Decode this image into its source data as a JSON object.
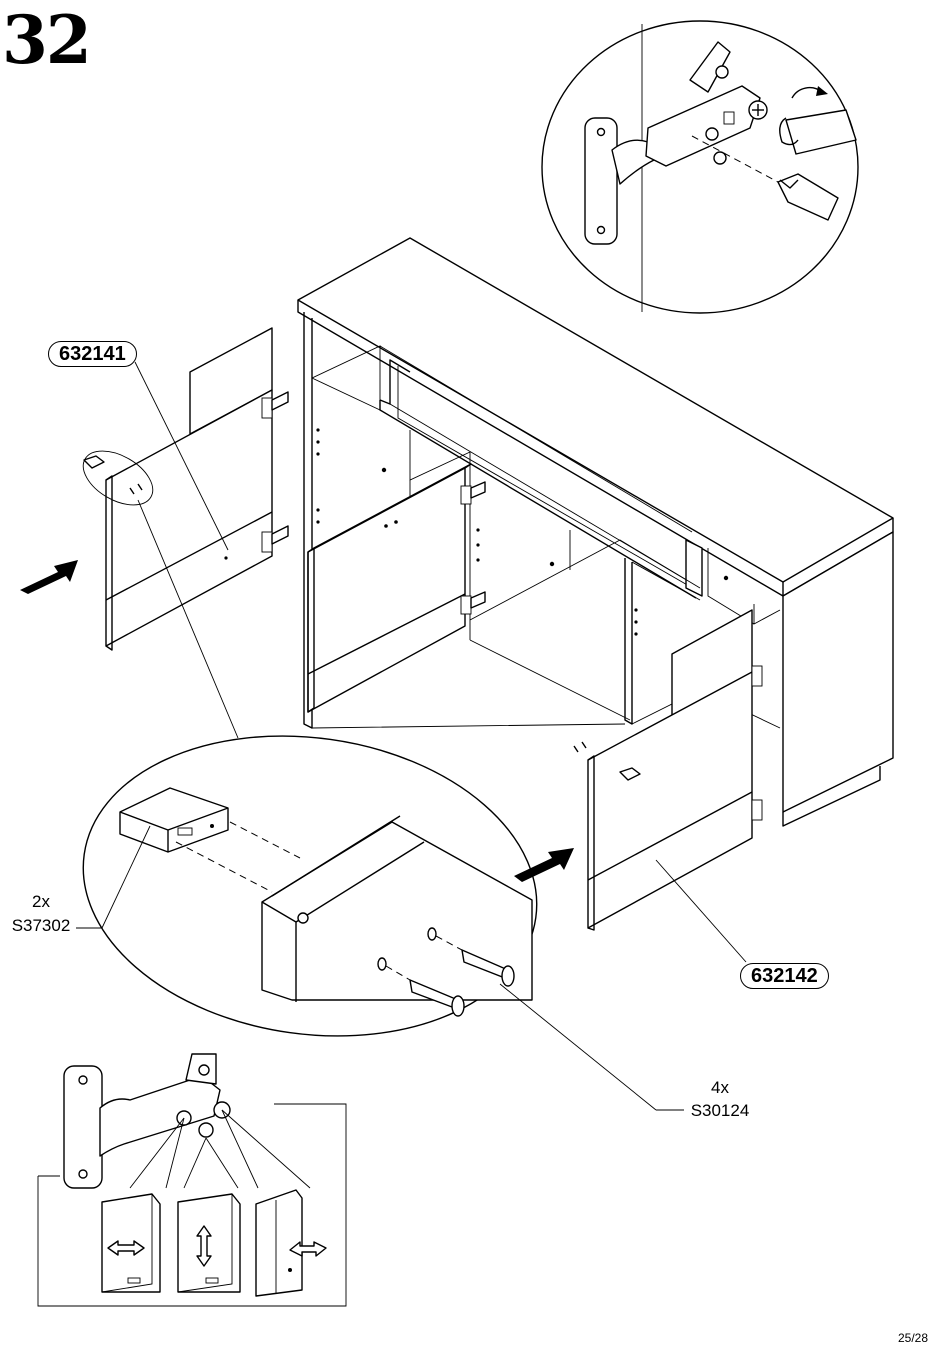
{
  "step_number": "32",
  "page_indicator": "25/28",
  "parts": {
    "left_door": "632141",
    "right_door": "632142"
  },
  "hardware": {
    "stopper": {
      "qty": "2x",
      "code": "S37302"
    },
    "screw": {
      "qty": "4x",
      "code": "S30124"
    }
  },
  "icons": [
    "hinge-adjust-icon",
    "arrow-right-icon",
    "screwdriver-icon",
    "double-arrow-horizontal-icon",
    "double-arrow-vertical-icon",
    "double-arrow-depth-icon"
  ]
}
